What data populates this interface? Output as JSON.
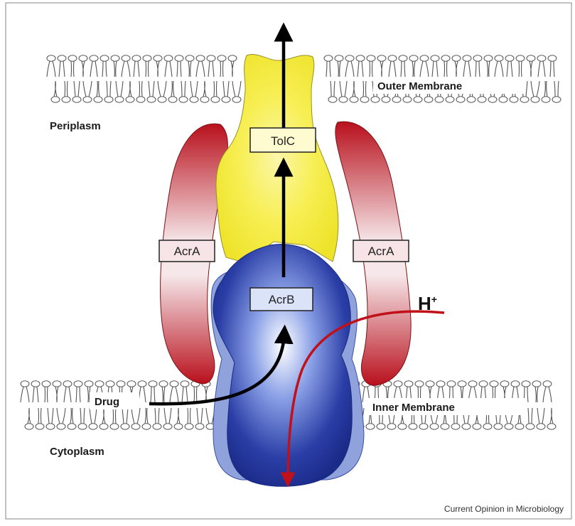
{
  "labels": {
    "outer_membrane": "Outer Membrane",
    "periplasm": "Periplasm",
    "inner_membrane": "Inner Membrane",
    "cytoplasm": "Cytoplasm",
    "tolc": "TolC",
    "acra_left": "AcrA",
    "acra_right": "AcrA",
    "acrb": "AcrB",
    "drug": "Drug",
    "proton": "H",
    "proton_charge": "+"
  },
  "credit": "Current Opinion in Microbiology",
  "colors": {
    "tolc": "#f6ee3c",
    "acra": "#c8202a",
    "acrb_dark": "#1d2f94",
    "acrb_light": "#7f95d8",
    "proton_arrow": "#c0101a",
    "membrane": "#555555"
  }
}
